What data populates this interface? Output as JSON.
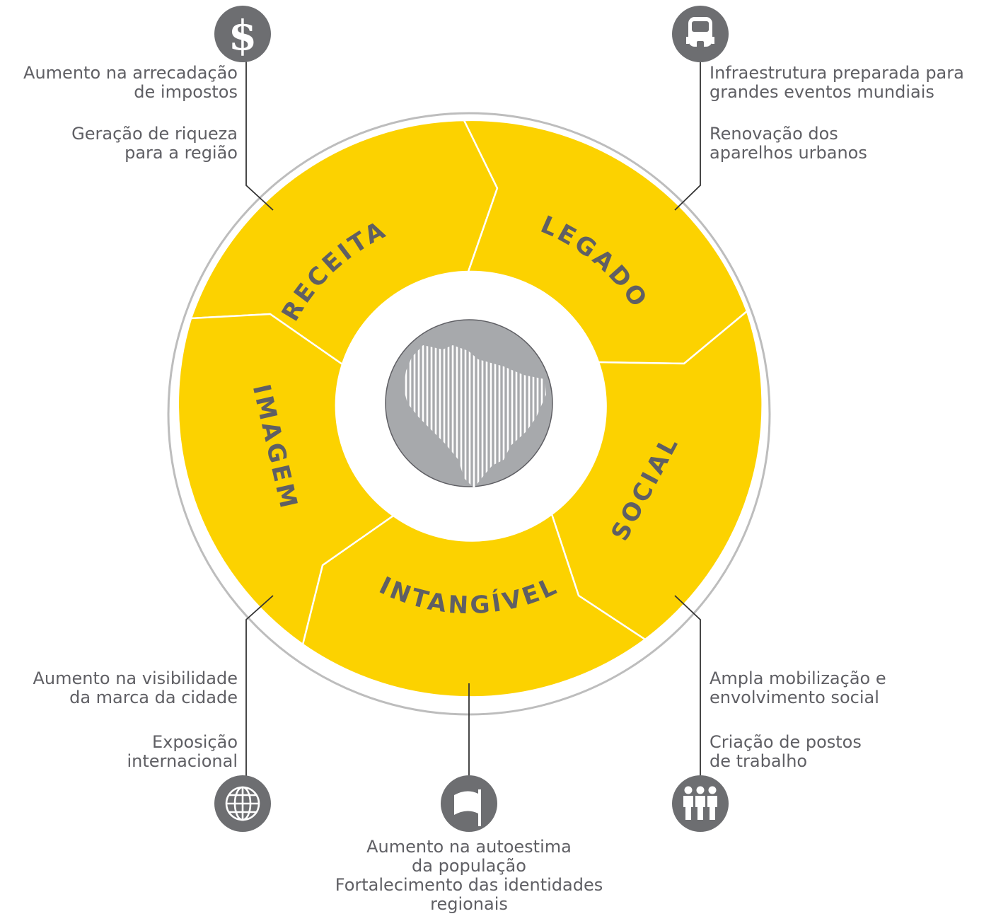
{
  "colors": {
    "segment_fill": "#FCD200",
    "text_gray": "#5F5F64",
    "icon_gray": "#6D6E71",
    "center_gray": "#A7A9AC",
    "outer_ring": "#BDBDBD"
  },
  "segments": [
    {
      "id": "receita",
      "label": "RECEITA"
    },
    {
      "id": "legado",
      "label": "LEGADO"
    },
    {
      "id": "social",
      "label": "SOCIAL"
    },
    {
      "id": "intangivel",
      "label": "INTANGÍVEL"
    },
    {
      "id": "imagem",
      "label": "IMAGEM"
    }
  ],
  "center": {
    "icon": "brazil-map-icon"
  },
  "callouts": {
    "receita": {
      "icon": "dollar-icon",
      "icon_glyph": "$",
      "items": [
        "Aumento na arrecadação\nde impostos",
        "Geração de riqueza\npara a região"
      ]
    },
    "legado": {
      "icon": "bus-icon",
      "items": [
        "Infraestrutura preparada para\ngrandes eventos mundiais",
        "Renovação dos\naparelhos urbanos"
      ]
    },
    "social": {
      "icon": "people-icon",
      "items": [
        "Ampla mobilização e\nenvolvimento social",
        "Criação de postos\nde trabalho"
      ]
    },
    "intangivel": {
      "icon": "flag-icon",
      "items": [
        "Aumento na autoestima\nda população",
        "Fortalecimento das identidades\nregionais"
      ]
    },
    "imagem": {
      "icon": "globe-icon",
      "items": [
        "Aumento na visibilidade\nda marca da cidade",
        "Exposição\ninternacional"
      ]
    }
  }
}
